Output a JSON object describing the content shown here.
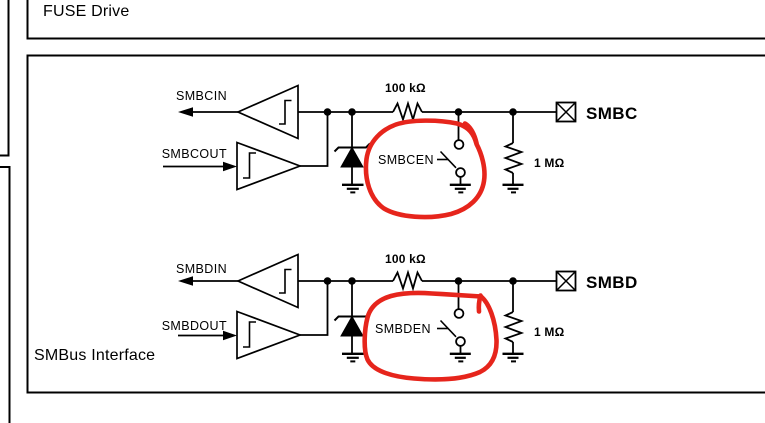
{
  "colors": {
    "ink": "#000000",
    "background": "#ffffff",
    "annotation": "#e6251c"
  },
  "fuse_block": {
    "title": "FUSE Drive"
  },
  "smbus_block": {
    "title": "SMBus Interface",
    "channels": [
      {
        "input_label": "SMBCIN",
        "output_label": "SMBCOUT",
        "enable_label": "SMBCEN",
        "series_resistor": "100 kΩ",
        "pulldown_resistor": "1 MΩ",
        "pin_label": "SMBC"
      },
      {
        "input_label": "SMBDIN",
        "output_label": "SMBDOUT",
        "enable_label": "SMBDEN",
        "series_resistor": "100 kΩ",
        "pulldown_resistor": "1 MΩ",
        "pin_label": "SMBD"
      }
    ]
  }
}
